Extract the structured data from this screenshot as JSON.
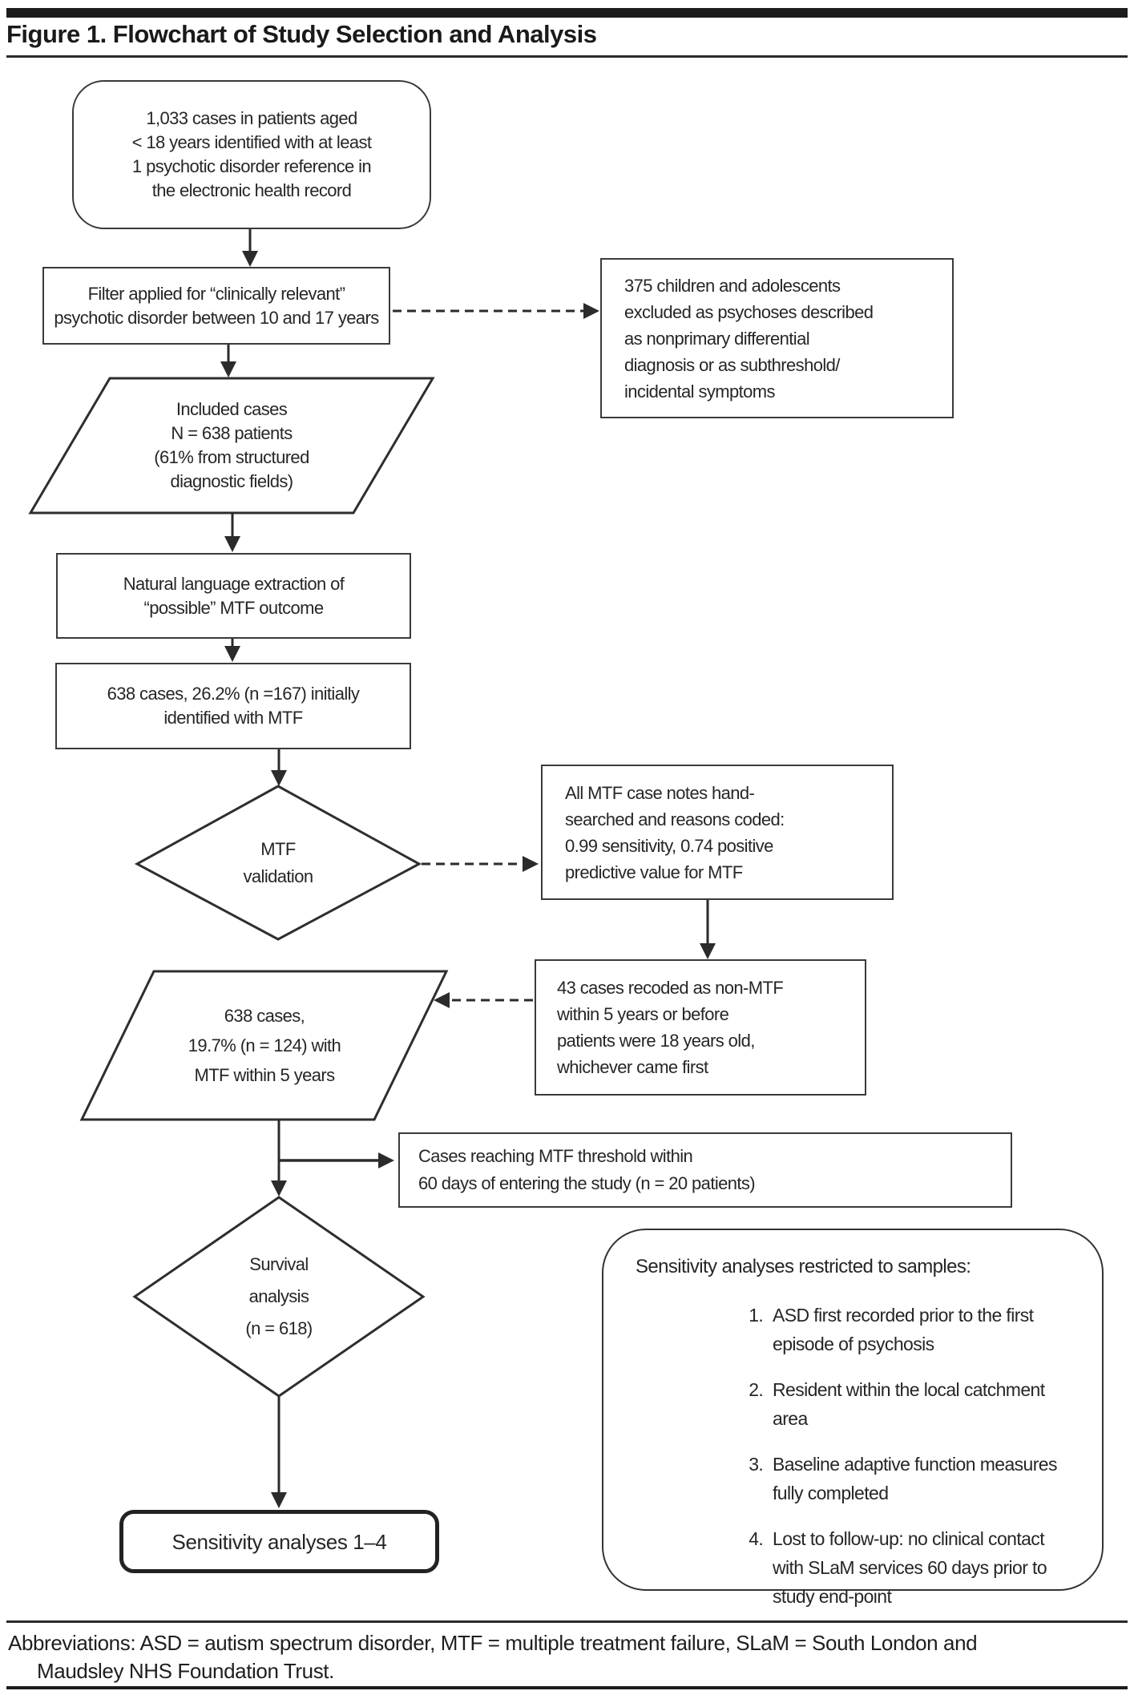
{
  "figure": {
    "title": "Figure 1. Flowchart of Study Selection and Analysis",
    "abbreviations": "Abbreviations: ASD = autism spectrum disorder, MTF = multiple treatment failure, SLaM = South London and\nMaudsley NHS Foundation Trust."
  },
  "colors": {
    "ink": "#262626",
    "line": "#2b2b2b",
    "box_border": "#3a3a3a"
  },
  "nodes": {
    "start": "1,033 cases in patients aged\n< 18 years identified with at least\n1 psychotic disorder reference in\nthe electronic health record",
    "filter": "Filter applied for “clinically relevant”\npsychotic disorder between 10 and 17 years",
    "excluded": "375 children and adolescents\nexcluded as psychoses described\nas nonprimary differential\ndiagnosis or as subthreshold/\nincidental symptoms",
    "included": "Included cases\nN = 638 patients\n(61% from structured\ndiagnostic fields)",
    "nlp": "Natural language extraction of\n“possible” MTF outcome",
    "initial_mtf": "638 cases, 26.2% (n =167) initially\nidentified with MTF",
    "validation": "MTF\nvalidation",
    "hand_search": "All MTF case notes hand-\nsearched and reasons coded:\n0.99 sensitivity, 0.74 positive\npredictive value for MTF",
    "recoded": "43 cases recoded as non-MTF\nwithin 5 years or before\npatients were 18 years old,\nwhichever came first",
    "mtf_5yr": "638 cases,\n19.7% (n = 124) with\nMTF within 5 years",
    "threshold_60": "Cases reaching MTF threshold within\n60 days of entering the study (n = 20 patients)",
    "survival": "Survival\nanalysis\n(n = 618)",
    "sensitivity_terminal": "Sensitivity analyses 1–4"
  },
  "sensitivity_panel": {
    "heading": "Sensitivity analyses restricted to samples:",
    "items": [
      "ASD first recorded prior to the first\nepisode of psychosis",
      "Resident within the local catchment\narea",
      "Baseline adaptive function measures\nfully completed",
      "Lost to follow-up: no clinical contact\nwith SLaM services 60 days prior to\nstudy end-point"
    ]
  }
}
